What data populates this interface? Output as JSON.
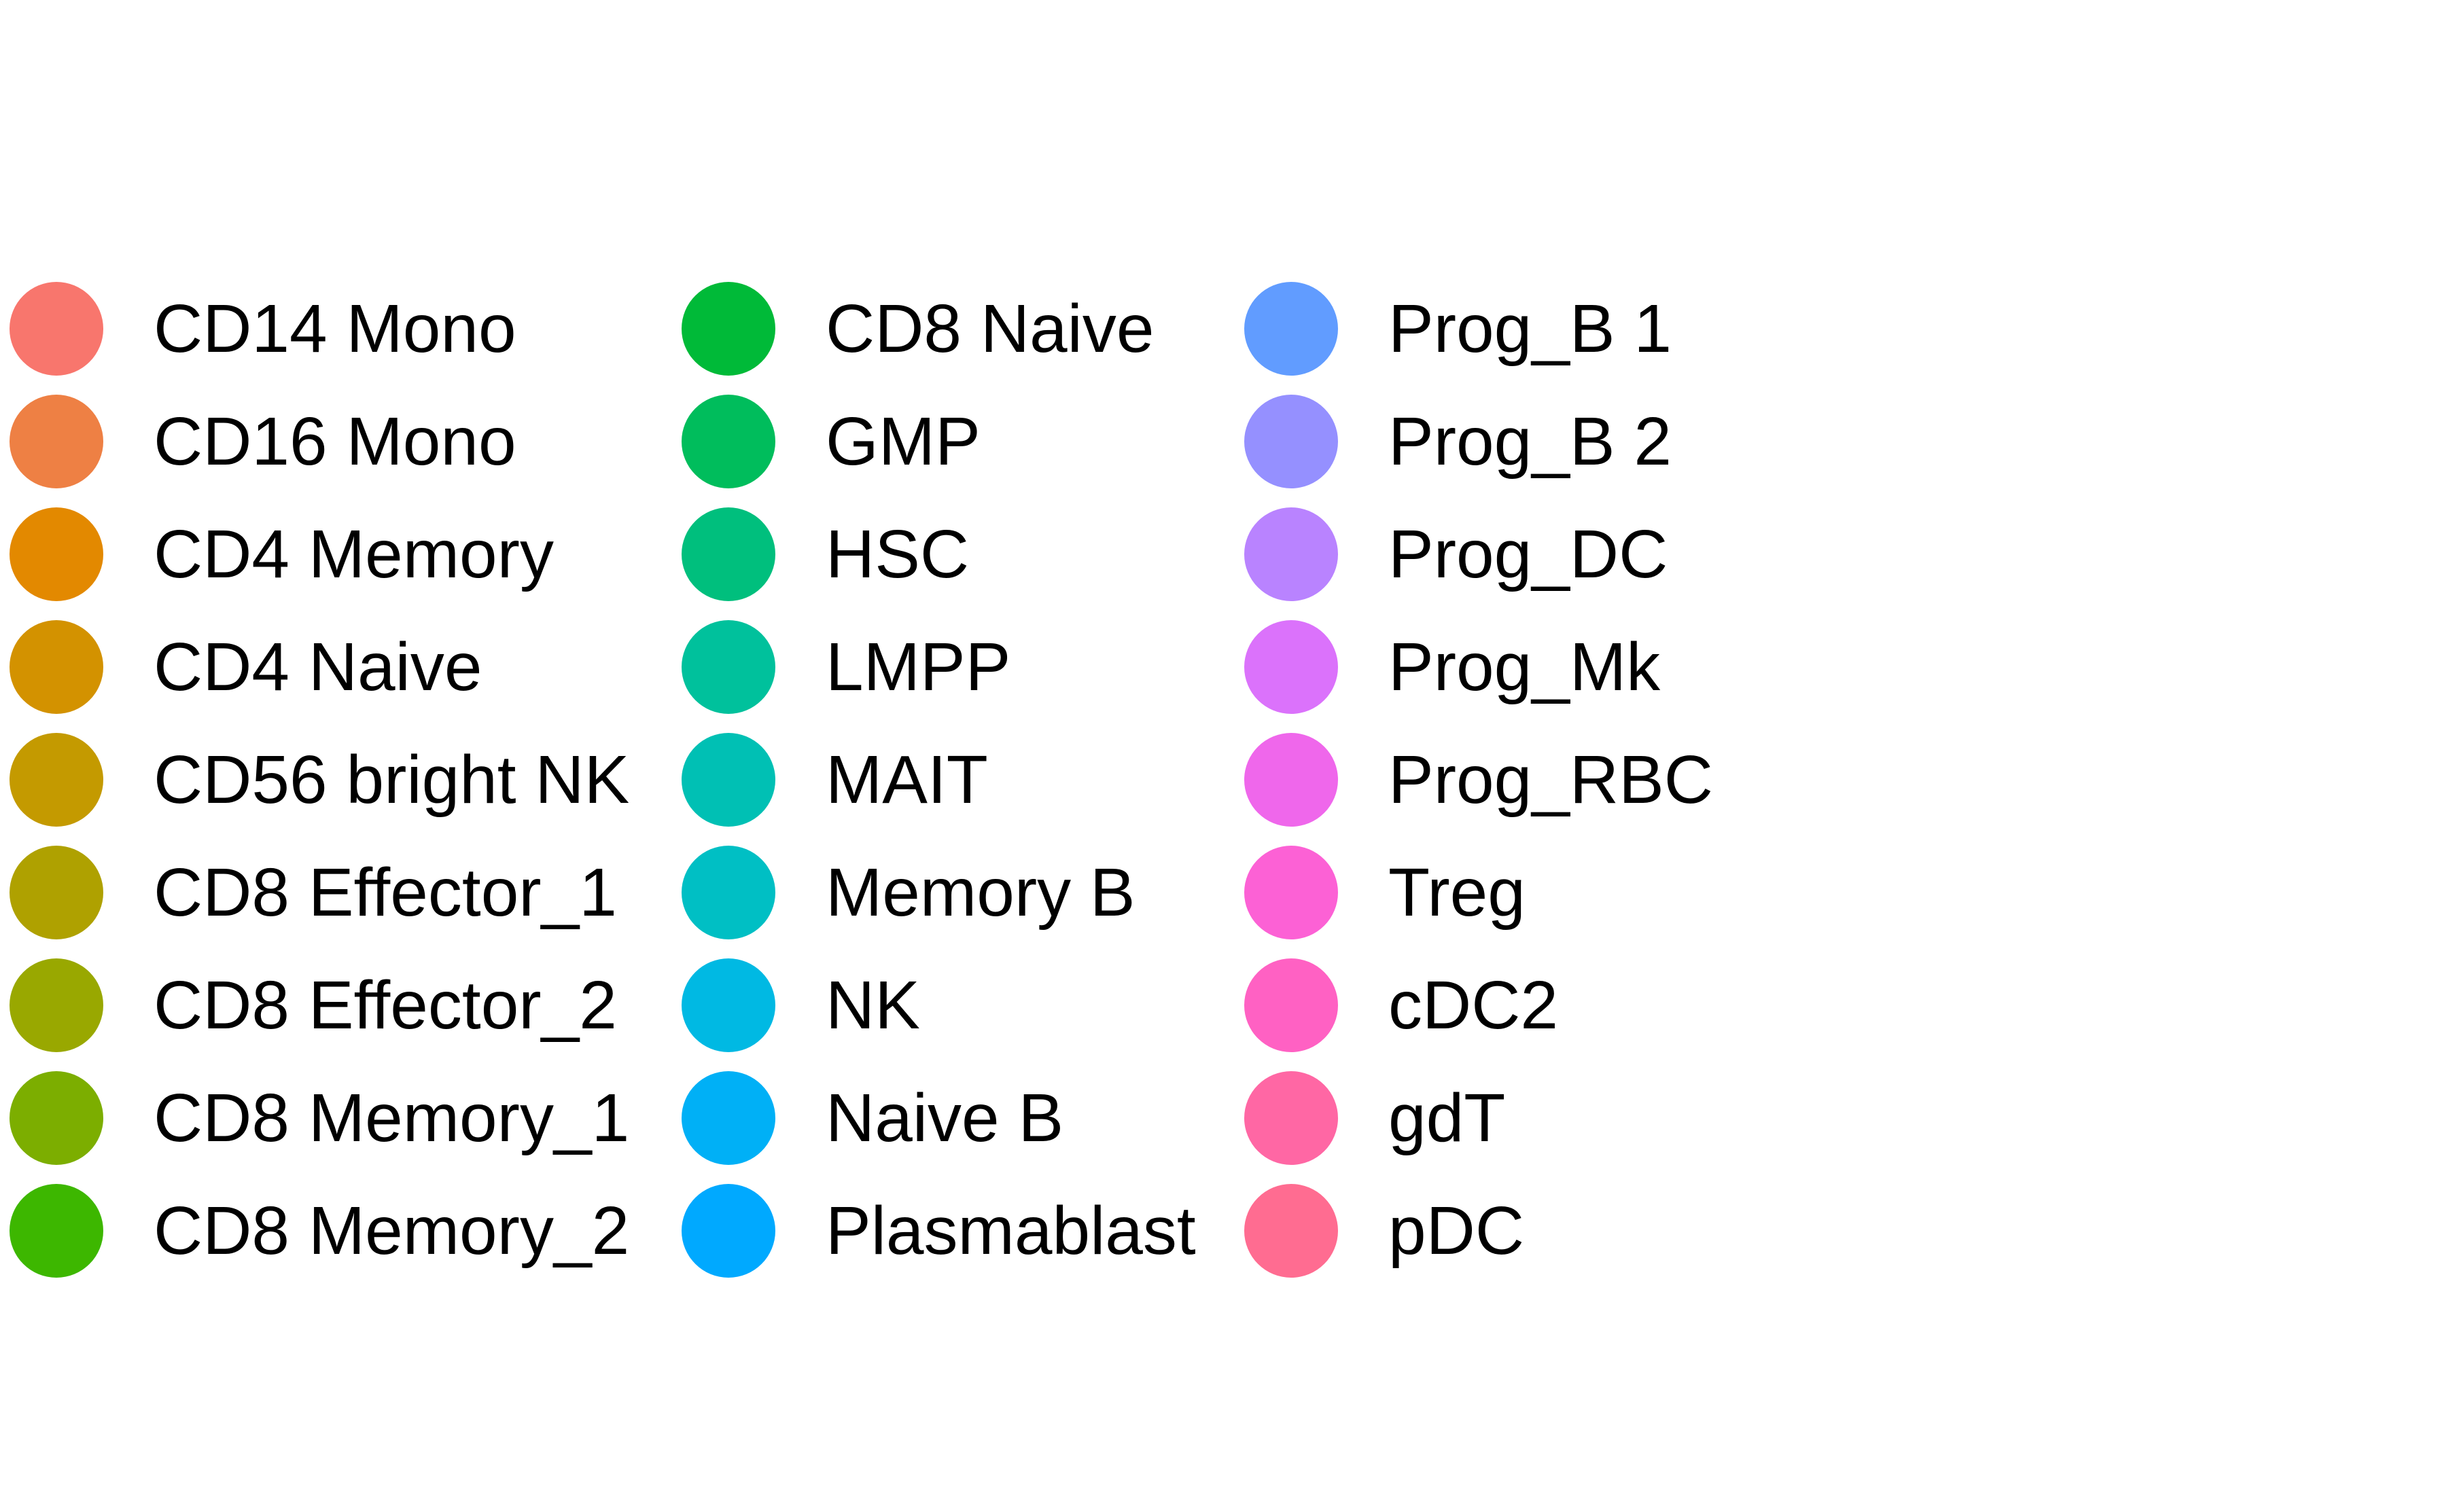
{
  "chart_data": {
    "type": "legend",
    "layout": "3 columns",
    "entries": [
      {
        "label": "CD14 Mono",
        "color": "#F8766D"
      },
      {
        "label": "CD16 Mono",
        "color": "#EE8044"
      },
      {
        "label": "CD4 Memory",
        "color": "#E38900"
      },
      {
        "label": "CD4 Naive",
        "color": "#D39200"
      },
      {
        "label": "CD56 bright NK",
        "color": "#C49A00"
      },
      {
        "label": "CD8 Effector_1",
        "color": "#AFA100"
      },
      {
        "label": "CD8 Effector_2",
        "color": "#99A800"
      },
      {
        "label": "CD8 Memory_1",
        "color": "#7CAE00"
      },
      {
        "label": "CD8 Memory_2",
        "color": "#3DB700"
      },
      {
        "label": "CD8 Naive",
        "color": "#00BA38"
      },
      {
        "label": "GMP",
        "color": "#00BD5C"
      },
      {
        "label": "HSC",
        "color": "#00BF7D"
      },
      {
        "label": "LMPP",
        "color": "#00C19C"
      },
      {
        "label": "MAIT",
        "color": "#00C0B4"
      },
      {
        "label": "Memory B",
        "color": "#00BFC4"
      },
      {
        "label": "NK",
        "color": "#00B9E3"
      },
      {
        "label": "Naive B",
        "color": "#00B0F6"
      },
      {
        "label": "Plasmablast",
        "color": "#00A9FF"
      },
      {
        "label": "Prog_B 1",
        "color": "#619CFF"
      },
      {
        "label": "Prog_B 2",
        "color": "#9590FF"
      },
      {
        "label": "Prog_DC",
        "color": "#B983FF"
      },
      {
        "label": "Prog_Mk",
        "color": "#DB72FB"
      },
      {
        "label": "Prog_RBC",
        "color": "#EF67EB"
      },
      {
        "label": "Treg",
        "color": "#FC61D5"
      },
      {
        "label": "cDC2",
        "color": "#FF61C3"
      },
      {
        "label": "gdT",
        "color": "#FF67A4"
      },
      {
        "label": "pDC",
        "color": "#FF6C91"
      }
    ]
  }
}
